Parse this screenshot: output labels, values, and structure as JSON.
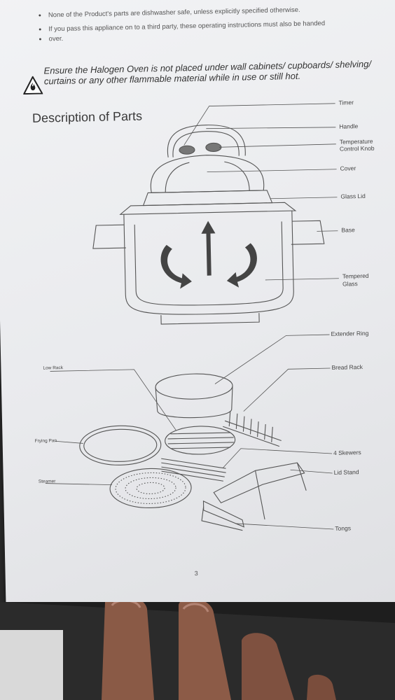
{
  "bullets": [
    "None of the Product's parts are dishwasher safe, unless explicitly specified otherwise.",
    "If you pass this appliance on to a third party, these operating instructions must also be handed",
    "over."
  ],
  "warning_text": "Ensure the Halogen Oven is not placed under wall cabinets/ cupboards/ shelving/ curtains or any other flammable material while in use or still hot.",
  "section_title": "Description of Parts",
  "oven_labels": {
    "timer": "Timer",
    "handle": "Handle",
    "temp_knob_line1": "Temperature",
    "temp_knob_line2": "Control Knob",
    "cover": "Cover",
    "glass_lid": "Glass Lid",
    "base": "Base",
    "tempered_line1": "Tempered",
    "tempered_line2": "Glass"
  },
  "accessory_labels": {
    "extender_ring": "Extender Ring",
    "bread_rack": "Bread Rack",
    "low_rack": "Low Rack",
    "frying_pan": "Frying Pan",
    "skewers": "4 Skewers",
    "lid_stand": "Lid Stand",
    "steamer": "Steamer",
    "tongs": "Tongs"
  },
  "page_number": "3",
  "icons": [
    "warning-fire-icon"
  ]
}
